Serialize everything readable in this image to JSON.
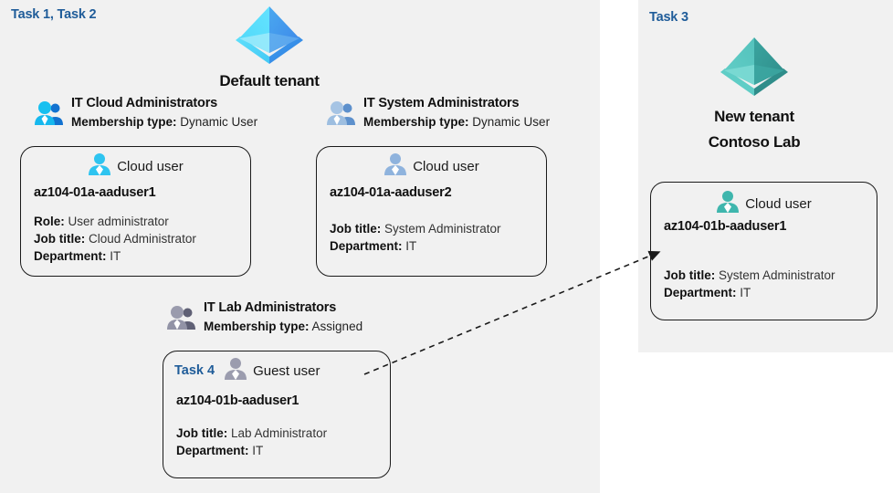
{
  "panels": {
    "left": {
      "name": "default-tenant-panel",
      "bg": "#f1f1f1"
    },
    "right": {
      "name": "new-tenant-panel",
      "bg": "#f1f1f1"
    }
  },
  "task_labels": {
    "task12": "Task 1, Task 2",
    "task3": "Task 3",
    "task4": "Task 4"
  },
  "tenants": {
    "default": {
      "icon": "azure-ad-tenant-icon",
      "name": "Default tenant",
      "color": "#32b8f0"
    },
    "new": {
      "icon": "azure-ad-tenant-icon",
      "name_line1": "New  tenant",
      "name_line2": "Contoso Lab",
      "color": "#3fb6ad"
    }
  },
  "groups": [
    {
      "id": "it-cloud-administrators",
      "icon": "group-users-icon",
      "icon_color": "#14b3ee",
      "title": "IT Cloud Administrators",
      "membership_label": "Membership type:",
      "membership_value": "Dynamic User"
    },
    {
      "id": "it-system-administrators",
      "icon": "group-users-icon",
      "icon_color": "#8fb3dd",
      "title": "IT System Administrators",
      "membership_label": "Membership type:",
      "membership_value": "Dynamic User"
    },
    {
      "id": "it-lab-administrators",
      "icon": "group-users-icon",
      "icon_color": "#8d8fa6",
      "title": "IT Lab Administrators",
      "membership_label": "Membership type:",
      "membership_value": "Assigned"
    }
  ],
  "cards": [
    {
      "id": "az104-01a-aaduser1",
      "user_type": "Cloud user",
      "user_icon": "cloud-user-icon",
      "user_icon_color": "#2ec4f0",
      "name": "az104-01a-aaduser1",
      "attrs": [
        {
          "label": "Role:",
          "value": "User administrator"
        },
        {
          "label": "Job title:",
          "value": "Cloud Administrator"
        },
        {
          "label": "Department:",
          "value": "IT"
        }
      ]
    },
    {
      "id": "az104-01a-aaduser2",
      "user_type": "Cloud user",
      "user_icon": "cloud-user-icon",
      "user_icon_color": "#8fb3dd",
      "name": "az104-01a-aaduser2",
      "attrs": [
        {
          "label": "Job title:",
          "value": "System Administrator"
        },
        {
          "label": "Department:",
          "value": "IT"
        }
      ]
    },
    {
      "id": "az104-01b-aaduser1-guest",
      "task": "Task 4",
      "user_type": "Guest user",
      "user_icon": "guest-user-icon",
      "user_icon_color": "#9b9cae",
      "name": "az104-01b-aaduser1",
      "attrs": [
        {
          "label": "Job title:",
          "value": "Lab Administrator"
        },
        {
          "label": "Department:",
          "value": "IT"
        }
      ]
    },
    {
      "id": "az104-01b-aaduser1-cloud",
      "user_type": "Cloud user",
      "user_icon": "cloud-user-icon",
      "user_icon_color": "#3fb6ad",
      "name": "az104-01b-aaduser1",
      "attrs": [
        {
          "label": "Job title:",
          "value": "System Administrator"
        },
        {
          "label": "Department:",
          "value": "IT"
        }
      ]
    }
  ],
  "connector": {
    "name": "guest-invite-arrow",
    "style": "dashed",
    "color": "#1a1a1a"
  },
  "colors": {
    "task_label": "#1f5c99",
    "panel_bg": "#f1f1f1",
    "card_border": "#1a1a1a",
    "text": "#111111"
  }
}
